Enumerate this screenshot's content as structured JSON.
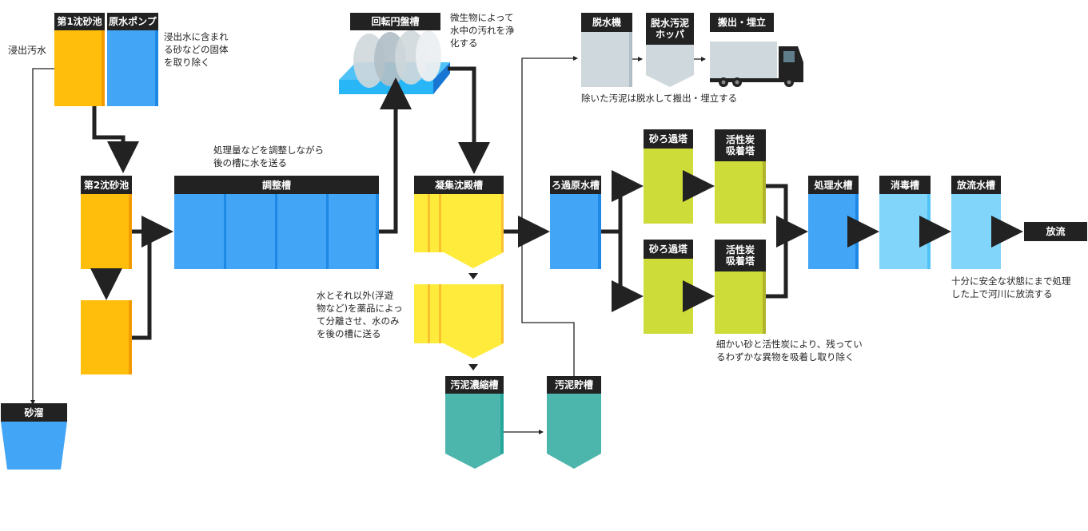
{
  "nodes": {
    "sand1": "第1沈砂池",
    "pump": "原水ポンプ",
    "sand2": "第2沈砂池",
    "sump": "砂溜",
    "adjust": "調整槽",
    "rbc": "回転円盤槽",
    "coag": "凝集沈殿槽",
    "thicken": "汚泥濃縮槽",
    "storage": "汚泥貯槽",
    "dewater": "脱水機",
    "hopper": "脱水汚泥\nホッパ",
    "landfill": "搬出・埋立",
    "raw": "ろ過原水槽",
    "sandf1": "砂ろ過塔",
    "carbon1": "活性炭\n吸着塔",
    "sandf2": "砂ろ過塔",
    "carbon2": "活性炭\n吸着塔",
    "treated": "処理水槽",
    "disinfect": "消毒槽",
    "discharge_tank": "放流水槽",
    "discharge": "放流"
  },
  "labels": {
    "leachate": "浸出汚水"
  },
  "notes": {
    "pump": "浸出水に含まれ\nる砂などの固体\nを取り除く",
    "adjust": "処理量などを調整しながら\n後の槽に水を送る",
    "rbc": "微生物によって\n水中の汚れを浄\n化する",
    "coag": "水とそれ以外(浮遊\n物など)を薬品によっ\nて分離させ、水のみ\nを後の槽に送る",
    "sludge": "除いた汚泥は脱水して搬出・埋立する",
    "filter": "細かい砂と活性炭により、残ってい\nるわずかな異物を吸着し取り除く",
    "discharge": "十分に安全な状態にまで処理\nした上で河川に放流する"
  },
  "colors": {
    "orange": "#FFBE0B",
    "blue": "#42A5F5",
    "yellow": "#FFEB3B",
    "teal": "#4DB6AC",
    "lime": "#CDDC39",
    "lightblue": "#81D4FA",
    "gray": "#CFD8DC",
    "black": "#222222"
  },
  "icons": {
    "truck": "truck-icon",
    "rbc": "rotating-disc-tank-icon"
  }
}
